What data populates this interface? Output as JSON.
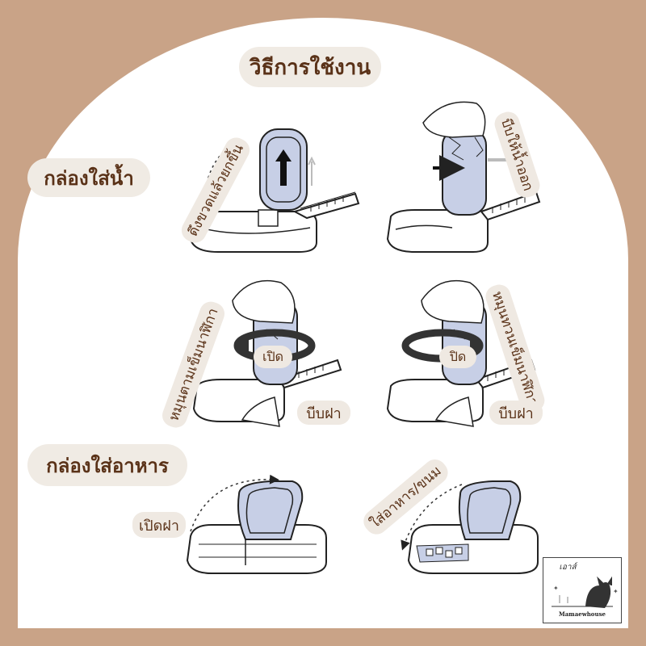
{
  "title": "วิธีการใช้งาน",
  "sections": {
    "water": "กล่องใส่น้ำ",
    "food": "กล่องใส่อาหาร"
  },
  "steps": {
    "lift": "ดึงขวดแล้วยกขึ้น",
    "squeeze": "บีบให้น้ำออก",
    "turn_cw": "หมุนตามเข็มนาฬิกา",
    "turn_ccw": "หมุนทวนเข็มนาฬิกา",
    "open": "เปิด",
    "close": "ปิด",
    "press_lid_1": "บีบฝา",
    "press_lid_2": "บีบฝา",
    "open_lid": "เปิดฝา",
    "fill_food": "ใส่อาหาร/ขนม"
  },
  "logo": {
    "top_text": "เอาส์",
    "bottom_text": "Mamaewhouse"
  },
  "colors": {
    "background": "#c9a387",
    "panel": "#ffffff",
    "label_bg": "#efe9e2",
    "text": "#5a3218",
    "bottle_fill": "#c7cfe6"
  }
}
